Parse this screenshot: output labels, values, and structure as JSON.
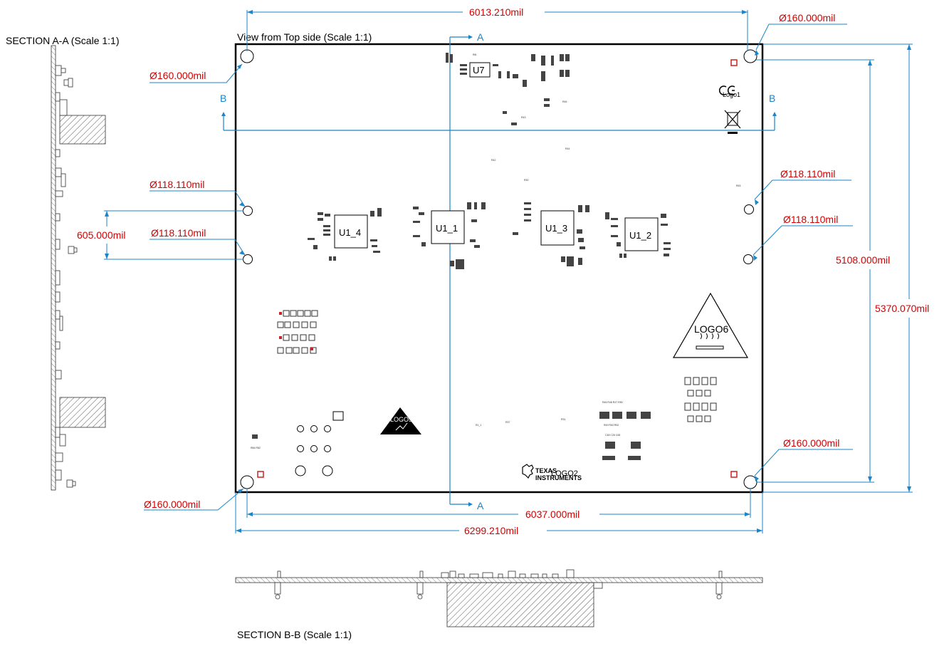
{
  "colors": {
    "dimension": "#d40000",
    "leader": "#1a85c8",
    "outline": "#000000",
    "hatch": "#555555"
  },
  "labels": {
    "section_aa": "SECTION A-A (Scale 1:1)",
    "top_view": "View from Top side (Scale 1:1)",
    "section_bb": "SECTION B-B (Scale 1:1)"
  },
  "section_markers": {
    "a": "A",
    "b": "B"
  },
  "dimensions": {
    "top_width": "6013.210mil",
    "bottom_inner_width": "6037.000mil",
    "bottom_outer_width": "6299.210mil",
    "hole_spacing": "605.000mil",
    "inner_height": "5108.000mil",
    "outer_height": "5370.070mil",
    "hole_tl": "Ø160.000mil",
    "hole_tr": "Ø160.000mil",
    "hole_bl": "Ø160.000mil",
    "hole_br": "Ø160.000mil",
    "hole_ml_upper": "Ø118.110mil",
    "hole_ml_lower": "Ø118.110mil",
    "hole_mr_upper": "Ø118.110mil",
    "hole_mr_lower": "Ø118.110mil"
  },
  "chips": {
    "u1_4": "U1_4",
    "u1_1": "U1_1",
    "u1_3": "U1_3",
    "u1_2": "U1_2",
    "u7": "U7"
  },
  "logos": {
    "logo1": "Logo1",
    "logo6": "LOGO6",
    "logo5": "LOGO5",
    "ti_line1": "TEXAS",
    "ti_line2": "INSTRUMENTS",
    "logo2": "LOGO2"
  }
}
